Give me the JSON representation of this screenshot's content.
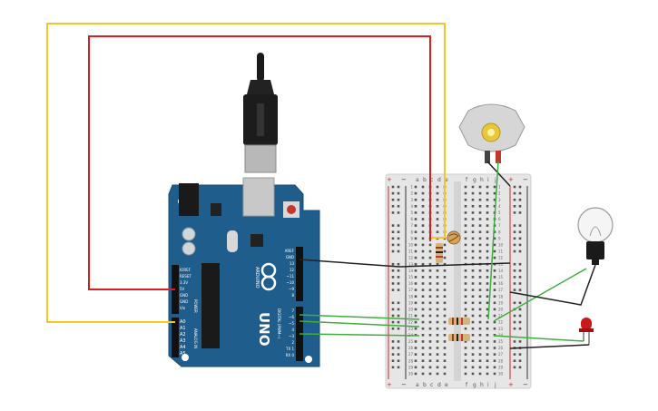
{
  "arduino": {
    "logo_text": "UNO",
    "brand_text": "ARDUINO",
    "power_label": "POWER",
    "analog_label": "ANALOG IN",
    "digital_label": "DIGITAL (PWM~)",
    "power_pins": [
      "IOREF",
      "RESET",
      "3.3V",
      "5V",
      "GND",
      "GND",
      "Vin"
    ],
    "analog_pins": [
      "A0",
      "A1",
      "A2",
      "A3",
      "A4",
      "A5"
    ],
    "top_pins": [
      "AREF",
      "GND",
      "13",
      "12",
      "~11",
      "~10",
      "~9",
      "8"
    ],
    "digital_pins": [
      "7",
      "~6",
      "~5",
      "4",
      "~3",
      "2",
      "TX 1",
      "RX 0"
    ]
  },
  "breadboard": {
    "columns_left": [
      "a",
      "b",
      "c",
      "d",
      "e"
    ],
    "columns_right": [
      "f",
      "g",
      "h",
      "i",
      "j"
    ],
    "rows": [
      "1",
      "2",
      "3",
      "4",
      "5",
      "6",
      "7",
      "8",
      "9",
      "10",
      "11",
      "12",
      "13",
      "14",
      "15",
      "16",
      "17",
      "18",
      "19",
      "20",
      "21",
      "22",
      "23",
      "24",
      "25",
      "26",
      "27",
      "28",
      "29",
      "30"
    ],
    "rail_plus": "+",
    "rail_minus": "−"
  },
  "colors": {
    "board": "#1f5e8c",
    "wire_red": "#d81e1e",
    "wire_yellow": "#f2c822",
    "wire_green": "#3fae3f",
    "wire_black": "#222222",
    "breadboard": "#e4e4e4"
  }
}
